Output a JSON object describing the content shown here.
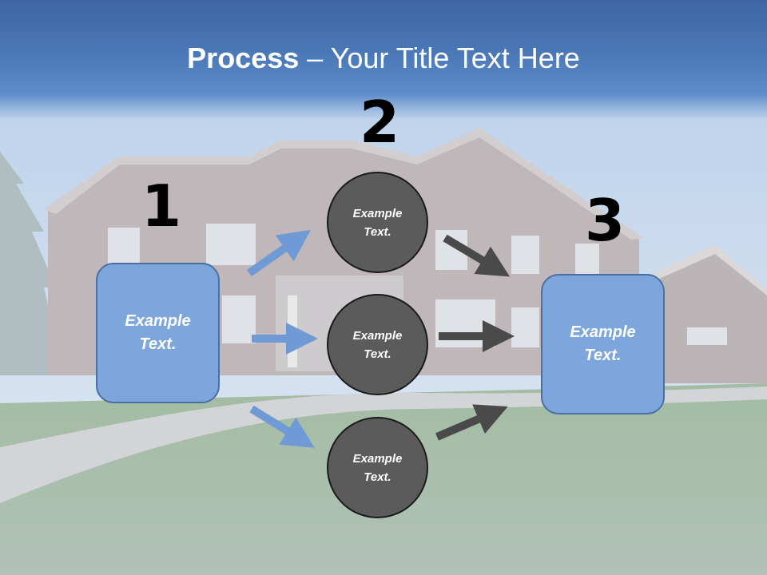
{
  "title": {
    "bold": "Process",
    "rest": " – Your Title Text Here"
  },
  "steps": {
    "one": {
      "number": "1",
      "box_text": "Example\nText."
    },
    "two": {
      "number": "2",
      "circles": [
        "Example\nText.",
        "Example\nText.",
        "Example\nText."
      ]
    },
    "three": {
      "number": "3",
      "box_text": "Example\nText."
    }
  },
  "colors": {
    "box_fill": "#7da6dc",
    "circle_fill": "#5b5b5b",
    "blue_arrow": "#6f9ad6",
    "gray_arrow": "#4a4a4a",
    "title_bar": "#4b78b7"
  }
}
